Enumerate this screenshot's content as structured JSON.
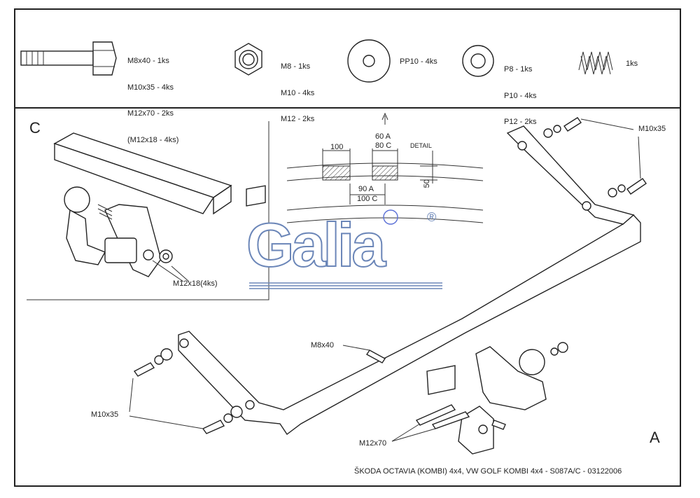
{
  "parts": {
    "bolts": [
      "M8x40 - 1ks",
      "M10x35 - 4ks",
      "M12x70 - 2ks",
      "(M12x18 - 4ks)"
    ],
    "nuts": [
      "M8 - 1ks",
      "M10 - 4ks",
      "M12 - 2ks"
    ],
    "washer_large": "PP10 - 4ks",
    "washers": [
      "P8 - 1ks",
      "P10 - 4ks",
      "P12 - 2ks"
    ],
    "spring": "1ks"
  },
  "detail_c": {
    "letter": "C",
    "bolt_label": "M12x18(4ks)"
  },
  "detail_dims": {
    "title": "DETAIL",
    "w100": "100",
    "d60": "60 A",
    "d80": "80 C",
    "h50": "50",
    "d90": "90 A",
    "d100": "100 C"
  },
  "logo": {
    "text": "Galia",
    "mark": "®"
  },
  "main": {
    "letter": "A",
    "label_m10_top": "M10x35",
    "label_m10_left": "M10x35",
    "label_m8": "M8x40",
    "label_m12": "M12x70",
    "caption": "ŠKODA OCTAVIA (KOMBI) 4x4, VW GOLF KOMBI 4x4 - S087A/C - 03122006"
  }
}
